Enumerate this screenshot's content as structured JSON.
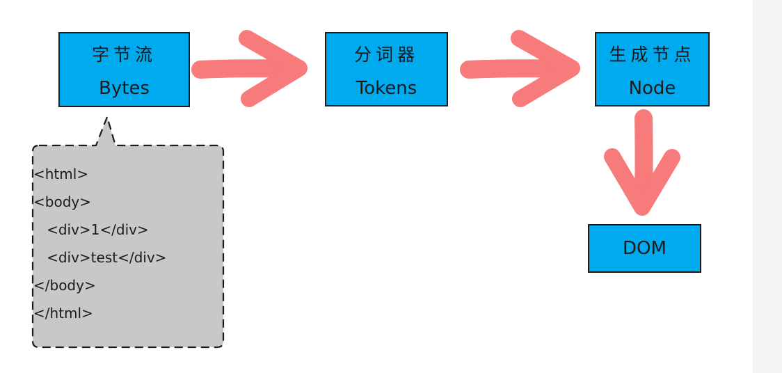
{
  "diagram": {
    "colors": {
      "box_fill": "#00aaee",
      "box_border": "#1b1b1b",
      "arrow": "#f77b7b",
      "bubble_fill": "#c8c8c8",
      "bubble_border": "#1b1b1b"
    },
    "boxes": {
      "bytes": {
        "title": "字节流",
        "subtitle": "Bytes"
      },
      "tokens": {
        "title": "分词器",
        "subtitle": "Tokens"
      },
      "node": {
        "title": "生成节点",
        "subtitle": "Node"
      },
      "dom": {
        "subtitle": "DOM"
      }
    },
    "code_bubble": {
      "lines": [
        "<html>",
        "<body>",
        "   <div>1</div>",
        "   <div>test</div>",
        "</body>",
        "</html>"
      ]
    }
  }
}
